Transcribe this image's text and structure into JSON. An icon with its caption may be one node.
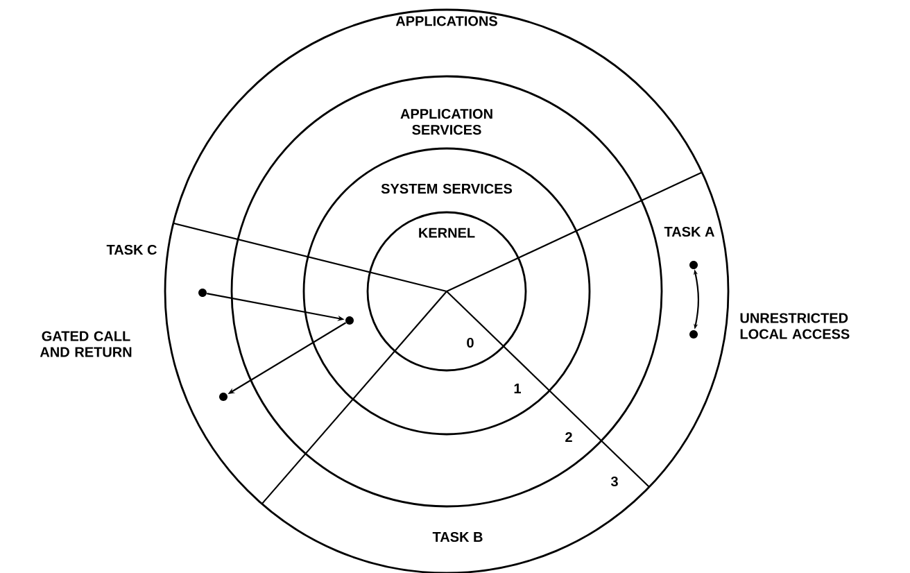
{
  "diagram": {
    "nodes": [
      {
        "text": [
          "APPLICATIONS"
        ]
      },
      {
        "text": [
          "APPLICATION SERVICES"
        ],
        "in": 0
      },
      {
        "text": [
          "SYSTEM SERVICES"
        ],
        "in": 1
      },
      {
        "text": [
          "KERNEL"
        ],
        "in": 2
      },
      {
        "text": [],
        "shape": "circle",
        "in": 0
      },
      {
        "text": [],
        "shape": "circle",
        "in": 2
      },
      {
        "text": [],
        "shape": "circle",
        "in": 0
      },
      {
        "text": [],
        "shape": "circle",
        "in": 0
      },
      {
        "text": [],
        "shape": "circle",
        "in": 0
      }
    ],
    "edges": [
      {
        "from": 4,
        "to": 5,
        "arrow": "to"
      },
      {
        "from": 5,
        "to": 6,
        "arrow": "to"
      },
      {
        "from": 7,
        "to": 8,
        "arrow": "both"
      }
    ],
    "labels": [
      "TASK C",
      "GATED CALL AND RETURN",
      "TASK A",
      "UNRESTRICTED LOCAL ACCESS",
      "0",
      "1",
      "2",
      "3",
      "TASK B"
    ]
  }
}
